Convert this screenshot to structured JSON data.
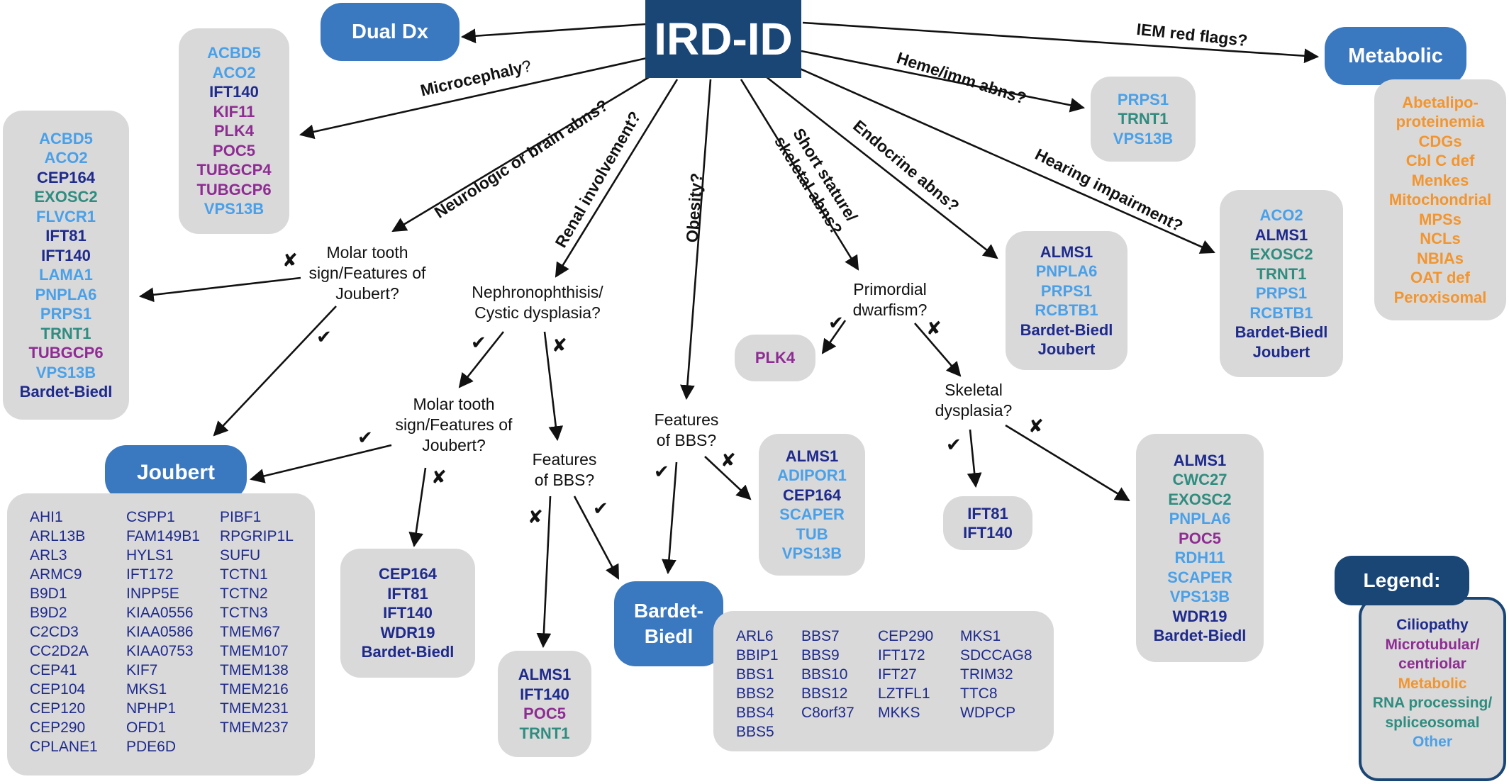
{
  "colors": {
    "ciliopathy": "#1e2a8c",
    "microtubular": "#8e2c93",
    "metabolic": "#f2952f",
    "rna": "#2f8c7f",
    "other": "#4aa0e8",
    "root_fill": "#1a4676",
    "node_fill": "#3a78c0",
    "box_fill": "#d9d9d9"
  },
  "root": {
    "label": "IRD-ID"
  },
  "nodes": {
    "dual_dx": "Dual Dx",
    "metabolic": "Metabolic",
    "joubert": "Joubert",
    "bbs": "Bardet-Biedl"
  },
  "edge_labels": {
    "microcephaly": "Microcephaly",
    "microcephaly_q": "?",
    "neuro": "Neurologic or brain abns?",
    "renal": "Renal involvement?",
    "obesity": "Obesity?",
    "short_stature": "Short stature/ skeletal abns?",
    "endocrine": "Endocrine abns?",
    "hearing": "Hearing impairment?",
    "heme": "Heme/imm abns?",
    "iem": "IEM red flags?"
  },
  "questions": {
    "molar1": "Molar tooth sign/Features of Joubert?",
    "nephro": "Nephronophthisis/ Cystic dysplasia?",
    "molar2": "Molar tooth sign/Features of Joubert?",
    "bbs_renal": "Features of BBS?",
    "bbs_obesity": "Features of BBS?",
    "primordial": "Primordial dwarfism?",
    "skeletal": "Skeletal dysplasia?"
  },
  "marks": {
    "yes": "✔",
    "no": "✘"
  },
  "gene_boxes": {
    "microcephaly": [
      {
        "g": "ACBD5",
        "c": "other"
      },
      {
        "g": "ACO2",
        "c": "other"
      },
      {
        "g": "IFT140",
        "c": "ciliopathy"
      },
      {
        "g": "KIF11",
        "c": "microtubular"
      },
      {
        "g": "PLK4",
        "c": "microtubular"
      },
      {
        "g": "POC5",
        "c": "microtubular"
      },
      {
        "g": "TUBGCP4",
        "c": "microtubular"
      },
      {
        "g": "TUBGCP6",
        "c": "microtubular"
      },
      {
        "g": "VPS13B",
        "c": "other"
      }
    ],
    "neuro_no": [
      {
        "g": "ACBD5",
        "c": "other"
      },
      {
        "g": "ACO2",
        "c": "other"
      },
      {
        "g": "CEP164",
        "c": "ciliopathy"
      },
      {
        "g": "EXOSC2",
        "c": "rna"
      },
      {
        "g": "FLVCR1",
        "c": "other"
      },
      {
        "g": "IFT81",
        "c": "ciliopathy"
      },
      {
        "g": "IFT140",
        "c": "ciliopathy"
      },
      {
        "g": "LAMA1",
        "c": "other"
      },
      {
        "g": "PNPLA6",
        "c": "other"
      },
      {
        "g": "PRPS1",
        "c": "other"
      },
      {
        "g": "TRNT1",
        "c": "rna"
      },
      {
        "g": "TUBGCP6",
        "c": "microtubular"
      },
      {
        "g": "VPS13B",
        "c": "other"
      },
      {
        "g": "Bardet-Biedl",
        "c": "ciliopathy"
      }
    ],
    "heme": [
      {
        "g": "PRPS1",
        "c": "other"
      },
      {
        "g": "TRNT1",
        "c": "rna"
      },
      {
        "g": "VPS13B",
        "c": "other"
      }
    ],
    "metabolic_list": [
      {
        "g": "Abetalipo-",
        "c": "metabolic"
      },
      {
        "g": "proteinemia",
        "c": "metabolic"
      },
      {
        "g": "CDGs",
        "c": "metabolic"
      },
      {
        "g": "Cbl C def",
        "c": "metabolic"
      },
      {
        "g": "Menkes",
        "c": "metabolic"
      },
      {
        "g": "Mitochondrial",
        "c": "metabolic"
      },
      {
        "g": "MPSs",
        "c": "metabolic"
      },
      {
        "g": "NCLs",
        "c": "metabolic"
      },
      {
        "g": "NBIAs",
        "c": "metabolic"
      },
      {
        "g": "OAT def",
        "c": "metabolic"
      },
      {
        "g": "Peroxisomal",
        "c": "metabolic"
      }
    ],
    "endocrine": [
      {
        "g": "ALMS1",
        "c": "ciliopathy"
      },
      {
        "g": "PNPLA6",
        "c": "other"
      },
      {
        "g": "PRPS1",
        "c": "other"
      },
      {
        "g": "RCBTB1",
        "c": "other"
      },
      {
        "g": "Bardet-Biedl",
        "c": "ciliopathy"
      },
      {
        "g": "Joubert",
        "c": "ciliopathy"
      }
    ],
    "hearing": [
      {
        "g": "ACO2",
        "c": "other"
      },
      {
        "g": "ALMS1",
        "c": "ciliopathy"
      },
      {
        "g": "EXOSC2",
        "c": "rna"
      },
      {
        "g": "TRNT1",
        "c": "rna"
      },
      {
        "g": "PRPS1",
        "c": "other"
      },
      {
        "g": "RCBTB1",
        "c": "other"
      },
      {
        "g": "Bardet-Biedl",
        "c": "ciliopathy"
      },
      {
        "g": "Joubert",
        "c": "ciliopathy"
      }
    ],
    "plk4": [
      {
        "g": "PLK4",
        "c": "microtubular"
      }
    ],
    "molar2_no": [
      {
        "g": "CEP164",
        "c": "ciliopathy"
      },
      {
        "g": "IFT81",
        "c": "ciliopathy"
      },
      {
        "g": "IFT140",
        "c": "ciliopathy"
      },
      {
        "g": "WDR19",
        "c": "ciliopathy"
      },
      {
        "g": "Bardet-Biedl",
        "c": "ciliopathy"
      }
    ],
    "bbs_renal_no": [
      {
        "g": "ALMS1",
        "c": "ciliopathy"
      },
      {
        "g": "IFT140",
        "c": "ciliopathy"
      },
      {
        "g": "POC5",
        "c": "microtubular"
      },
      {
        "g": "TRNT1",
        "c": "rna"
      }
    ],
    "bbs_obesity_no": [
      {
        "g": "ALMS1",
        "c": "ciliopathy"
      },
      {
        "g": "ADIPOR1",
        "c": "other"
      },
      {
        "g": "CEP164",
        "c": "ciliopathy"
      },
      {
        "g": "SCAPER",
        "c": "other"
      },
      {
        "g": "TUB",
        "c": "other"
      },
      {
        "g": "VPS13B",
        "c": "other"
      }
    ],
    "skeletal_yes": [
      {
        "g": "IFT81",
        "c": "ciliopathy"
      },
      {
        "g": "IFT140",
        "c": "ciliopathy"
      }
    ],
    "skeletal_no": [
      {
        "g": "ALMS1",
        "c": "ciliopathy"
      },
      {
        "g": "CWC27",
        "c": "rna"
      },
      {
        "g": "EXOSC2",
        "c": "rna"
      },
      {
        "g": "PNPLA6",
        "c": "other"
      },
      {
        "g": "POC5",
        "c": "microtubular"
      },
      {
        "g": "RDH11",
        "c": "other"
      },
      {
        "g": "SCAPER",
        "c": "other"
      },
      {
        "g": "VPS13B",
        "c": "other"
      },
      {
        "g": "WDR19",
        "c": "ciliopathy"
      },
      {
        "g": "Bardet-Biedl",
        "c": "ciliopathy"
      }
    ]
  },
  "joubert_genes": [
    [
      "AHI1",
      "ARL13B",
      "ARL3",
      "ARMC9",
      "B9D1",
      "B9D2",
      "C2CD3",
      "CC2D2A",
      "CEP41",
      "CEP104",
      "CEP120",
      "CEP290",
      "CPLANE1"
    ],
    [
      "CSPP1",
      "FAM149B1",
      "HYLS1",
      "IFT172",
      "INPP5E",
      "KIAA0556",
      "KIAA0586",
      "KIAA0753",
      "KIF7",
      "MKS1",
      "NPHP1",
      "OFD1",
      "PDE6D"
    ],
    [
      "PIBF1",
      "RPGRIP1L",
      "SUFU",
      "TCTN1",
      "TCTN2",
      "TCTN3",
      "TMEM67",
      "TMEM107",
      "TMEM138",
      "TMEM216",
      "TMEM231",
      "TMEM237"
    ]
  ],
  "bbs_genes": [
    [
      "ARL6",
      "BBIP1",
      "BBS1",
      "BBS2",
      "BBS4",
      "BBS5"
    ],
    [
      "BBS7",
      "BBS9",
      "BBS10",
      "BBS12",
      "C8orf37"
    ],
    [
      "CEP290",
      "IFT172",
      "IFT27",
      "LZTFL1",
      "MKKS"
    ],
    [
      "MKS1",
      "SDCCAG8",
      "TRIM32",
      "TTC8",
      "WDPCP"
    ]
  ],
  "legend": {
    "title": "Legend:",
    "items": [
      {
        "label": "Ciliopathy",
        "c": "ciliopathy"
      },
      {
        "label": "Microtubular/",
        "c": "microtubular"
      },
      {
        "label": "centriolar",
        "c": "microtubular"
      },
      {
        "label": "Metabolic",
        "c": "metabolic"
      },
      {
        "label": "RNA processing/",
        "c": "rna"
      },
      {
        "label": "spliceosomal",
        "c": "rna"
      },
      {
        "label": "Other",
        "c": "other"
      }
    ]
  }
}
